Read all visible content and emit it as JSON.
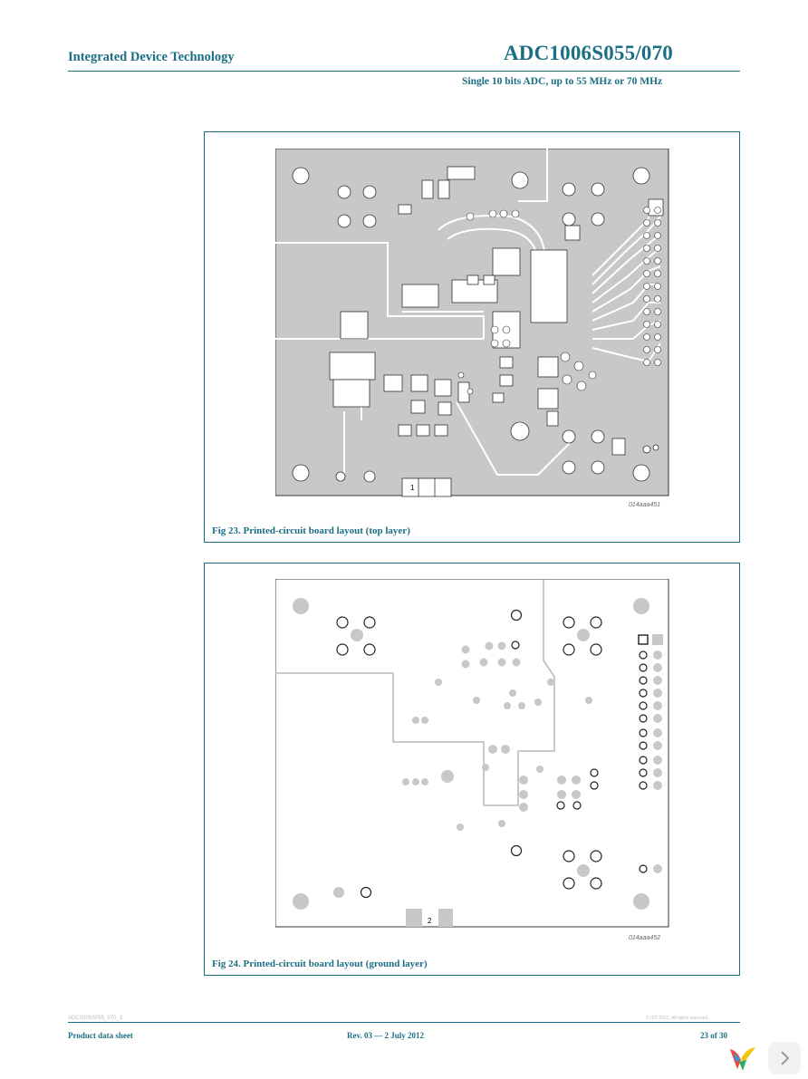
{
  "header": {
    "company": "Integrated Device Technology",
    "product": "ADC1006S055/070",
    "subtitle": "Single 10 bits ADC, up to 55 MHz or 70 MHz"
  },
  "figures": [
    {
      "caption": "Fig 23. Printed-circuit board layout (top layer)",
      "code": "014aaa451",
      "board_label": "1"
    },
    {
      "caption": "Fig 24. Printed-circuit board layout (ground layer)",
      "code": "014aaa452",
      "board_label": "2"
    }
  ],
  "footer": {
    "doc_code": "ADC1006S055_070_3",
    "copyright": "© IDT 2012. All rights reserved.",
    "doc_type": "Product data sheet",
    "revision": "Rev. 03 — 2 July 2012",
    "page": "23 of 30"
  },
  "viewer": {
    "next_icon": "chevron-right-icon",
    "logo_icon": "reader-logo-icon"
  },
  "colors": {
    "accent": "#1b6f84",
    "copper": "#c8c8c8"
  }
}
